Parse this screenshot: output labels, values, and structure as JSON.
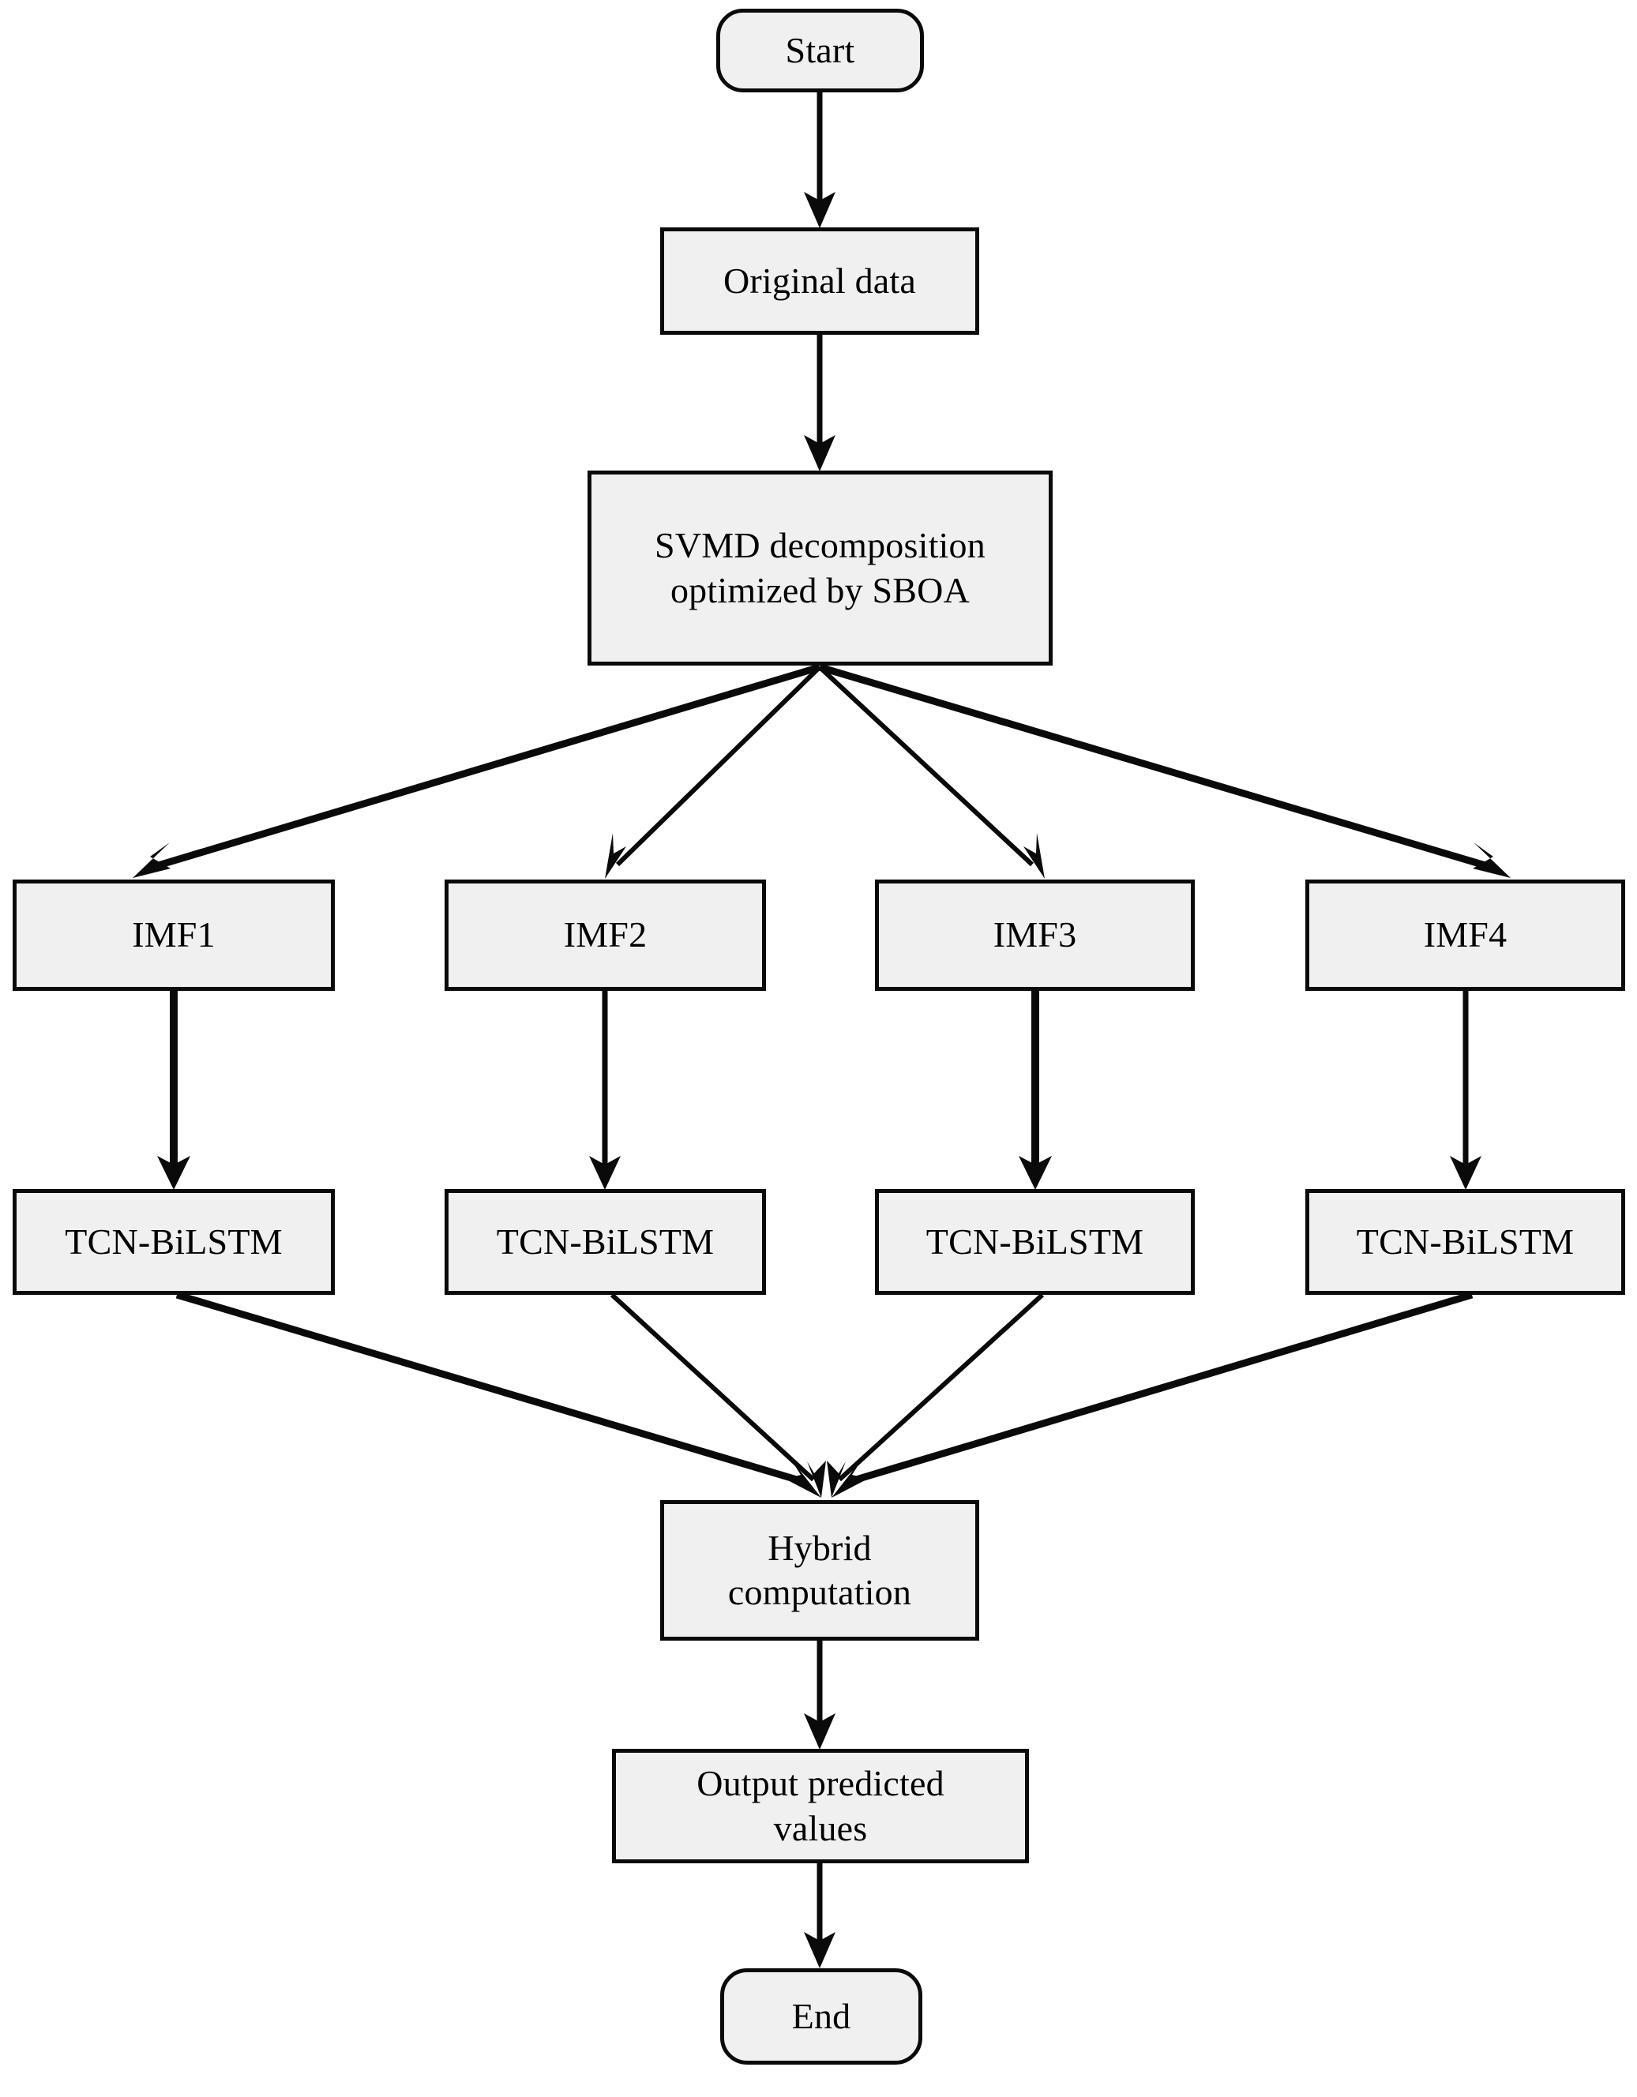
{
  "diagram": {
    "title": "SVMD-SBOA TCN-BiLSTM hybrid forecasting flowchart",
    "background_color": "#ffffff",
    "node_fill_color": "#f0f0f0",
    "node_border_color": "#0a0a0a",
    "arrow_color": "#0a0a0a",
    "nodes": {
      "start": {
        "label": "Start",
        "shape": "rounded-rectangle"
      },
      "original_data": {
        "label": "Original data",
        "shape": "rectangle"
      },
      "svmd": {
        "label": "SVMD decomposition\noptimized by SBOA",
        "shape": "rectangle"
      },
      "imf1": {
        "label": "IMF1",
        "shape": "rectangle"
      },
      "imf2": {
        "label": "IMF2",
        "shape": "rectangle"
      },
      "imf3": {
        "label": "IMF3",
        "shape": "rectangle"
      },
      "imf4": {
        "label": "IMF4",
        "shape": "rectangle"
      },
      "model1": {
        "label": "TCN-BiLSTM",
        "shape": "rectangle"
      },
      "model2": {
        "label": "TCN-BiLSTM",
        "shape": "rectangle"
      },
      "model3": {
        "label": "TCN-BiLSTM",
        "shape": "rectangle"
      },
      "model4": {
        "label": "TCN-BiLSTM",
        "shape": "rectangle"
      },
      "hybrid": {
        "label": "Hybrid\ncomputation",
        "shape": "rectangle"
      },
      "output": {
        "label": "Output predicted\nvalues",
        "shape": "rectangle"
      },
      "end": {
        "label": "End",
        "shape": "rounded-rectangle"
      }
    },
    "edges": [
      {
        "from": "start",
        "to": "original_data"
      },
      {
        "from": "original_data",
        "to": "svmd"
      },
      {
        "from": "svmd",
        "to": "imf1"
      },
      {
        "from": "svmd",
        "to": "imf2"
      },
      {
        "from": "svmd",
        "to": "imf3"
      },
      {
        "from": "svmd",
        "to": "imf4"
      },
      {
        "from": "imf1",
        "to": "model1"
      },
      {
        "from": "imf2",
        "to": "model2"
      },
      {
        "from": "imf3",
        "to": "model3"
      },
      {
        "from": "imf4",
        "to": "model4"
      },
      {
        "from": "model1",
        "to": "hybrid"
      },
      {
        "from": "model2",
        "to": "hybrid"
      },
      {
        "from": "model3",
        "to": "hybrid"
      },
      {
        "from": "model4",
        "to": "hybrid"
      },
      {
        "from": "hybrid",
        "to": "output"
      },
      {
        "from": "output",
        "to": "end"
      }
    ]
  }
}
